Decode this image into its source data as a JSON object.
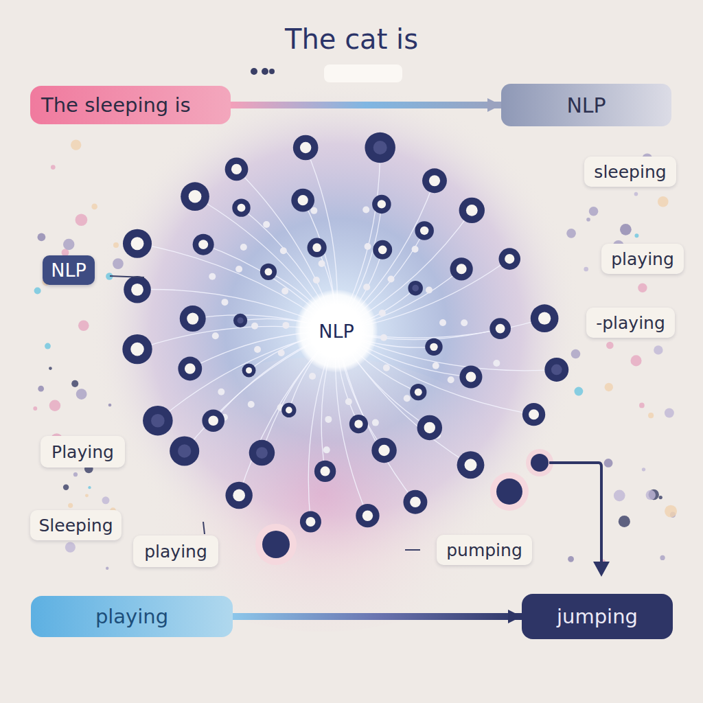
{
  "diagram": {
    "title": "The cat is",
    "nodes": [
      {
        "text": [
          "The sleeping is"
        ]
      },
      {
        "text": [
          "NLP"
        ]
      },
      {
        "text": [
          "sleeping"
        ]
      },
      {
        "text": [
          "NLP"
        ]
      },
      {
        "text": [
          "playing"
        ]
      },
      {
        "text": [
          "NLP"
        ]
      },
      {
        "text": [
          "-playing"
        ]
      },
      {
        "text": [
          "Playing"
        ]
      },
      {
        "text": [
          "Sleeping"
        ]
      },
      {
        "text": [
          "playing"
        ]
      },
      {
        "text": [
          "pumping"
        ]
      },
      {
        "text": [
          "playing"
        ]
      },
      {
        "text": [
          "jumping"
        ]
      }
    ],
    "edges": [
      {
        "from": 0,
        "to": 1,
        "arrow": "to"
      },
      {
        "from": 11,
        "to": 12,
        "arrow": "to"
      }
    ]
  }
}
